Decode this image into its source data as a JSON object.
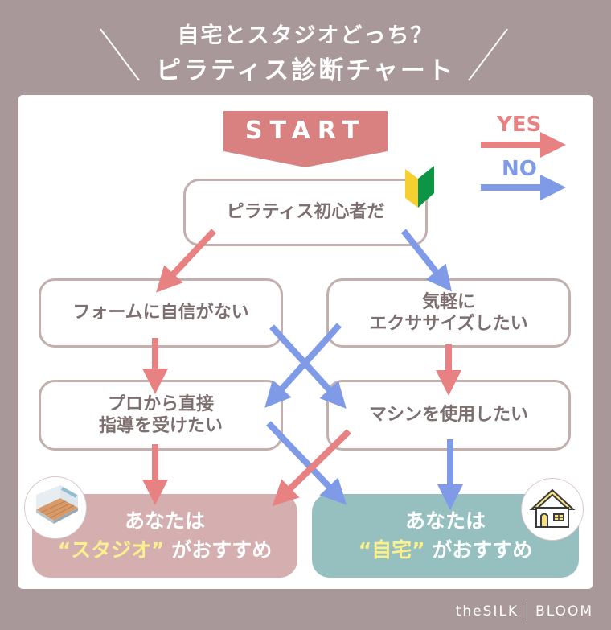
{
  "header": {
    "title_line1": "自宅とスタジオどっち？",
    "title_line2": "ピラティス診断チャート"
  },
  "chart": {
    "start_label": "START",
    "legend": {
      "yes_label": "YES",
      "no_label": "NO",
      "yes_color": "#e88282",
      "no_color": "#7f9be8"
    },
    "nodes": {
      "q1": "ピラティス初心者だ",
      "q2_left": "フォームに自信がない",
      "q2_right_line1": "気軽に",
      "q2_right_line2": "エクササイズしたい",
      "q3_left_line1": "プロから直接",
      "q3_left_line2": "指導を受けたい",
      "q3_right": "マシンを使用したい"
    },
    "results": {
      "studio": {
        "line1": "あなたは",
        "highlight": "“スタジオ”",
        "suffix": " がおすすめ",
        "color": "#d5aeaf"
      },
      "home": {
        "line1": "あなたは",
        "highlight": "“自宅”",
        "suffix": " がおすすめ",
        "color": "#95c0bf"
      }
    },
    "icons": [
      "beginner-mark-icon",
      "studio-room-icon",
      "house-icon"
    ]
  },
  "footer": {
    "brand_left": "theSILK",
    "brand_right": "BLOOM"
  }
}
